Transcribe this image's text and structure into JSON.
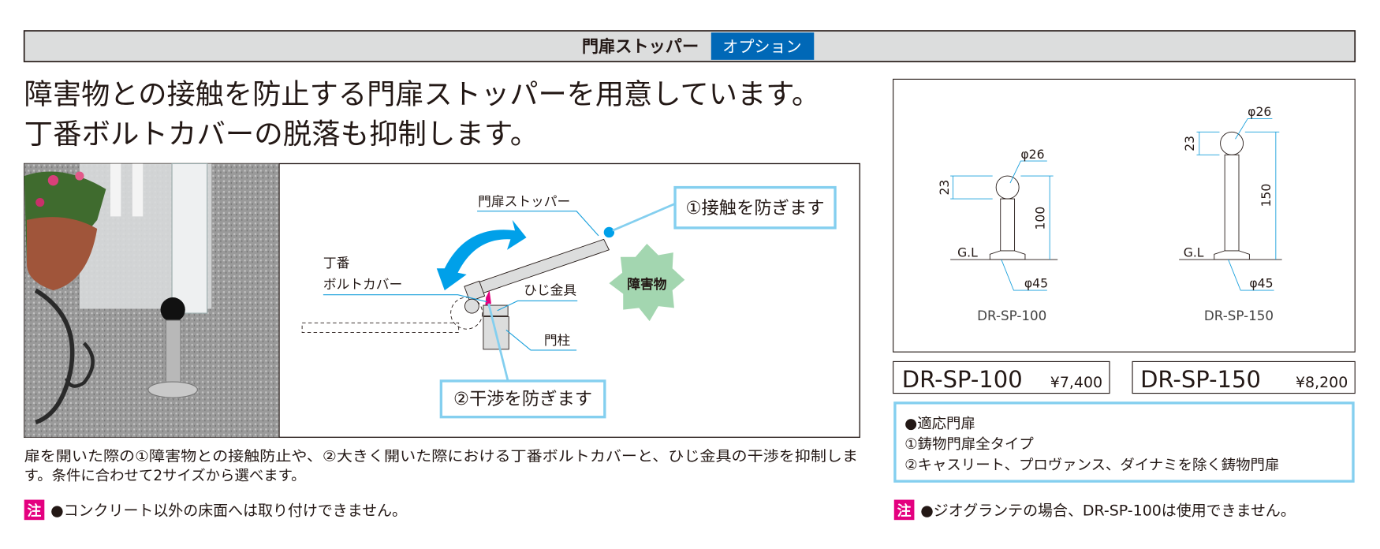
{
  "header": {
    "title": "門扉ストッパー",
    "badge": "オプション"
  },
  "headline": {
    "line1": "障害物との接触を防止する門扉ストッパーを用意しています。",
    "line2": "丁番ボルトカバーの脱落も抑制します。"
  },
  "diagram": {
    "stopper_label": "門扉ストッパー",
    "hinge_label_1": "丁番",
    "hinge_label_2": "ボルトカバー",
    "elbow_label": "ひじ金具",
    "post_label": "門柱",
    "obstacle_label": "障害物",
    "callout_1": "①接触を防ぎます",
    "callout_2": "②干渉を防ぎます"
  },
  "caption": {
    "line1": "扉を開いた際の①障害物との接触防止や、②大きく開いた際における丁番ボルトカバーと、ひじ金具の干渉を抑制しま",
    "line2": "す。条件に合わせて2サイズから選べます。"
  },
  "note_left": {
    "badge": "注",
    "text": "●コンクリート以外の床面へは取り付けできません。"
  },
  "drawings": [
    {
      "model": "DR-SP-100",
      "height": "100",
      "ball_height": "23",
      "ball_dia": "φ26",
      "base_dia": "φ45",
      "ground": "G.L"
    },
    {
      "model": "DR-SP-150",
      "height": "150",
      "ball_height": "23",
      "ball_dia": "φ26",
      "base_dia": "φ45",
      "ground": "G.L"
    }
  ],
  "prices": [
    {
      "model": "DR-SP-100",
      "price": "¥7,400"
    },
    {
      "model": "DR-SP-150",
      "price": "¥8,200"
    }
  ],
  "compat": {
    "title": "●適応門扉",
    "item1": "①鋳物門扉全タイプ",
    "item2": "②キャスリート、プロヴァンス、ダイナミを除く鋳物門扉"
  },
  "note_right": {
    "badge": "注",
    "text": "●ジオグランテの場合、DR-SP-100は使用できません。"
  },
  "colors": {
    "accent_blue": "#0068b7",
    "callout_blue": "#84cfef",
    "leader_blue": "#1aa0dc",
    "note_red": "#e4007f",
    "header_gray": "#dcdddd",
    "obstacle_green": "#a3d6b0"
  }
}
